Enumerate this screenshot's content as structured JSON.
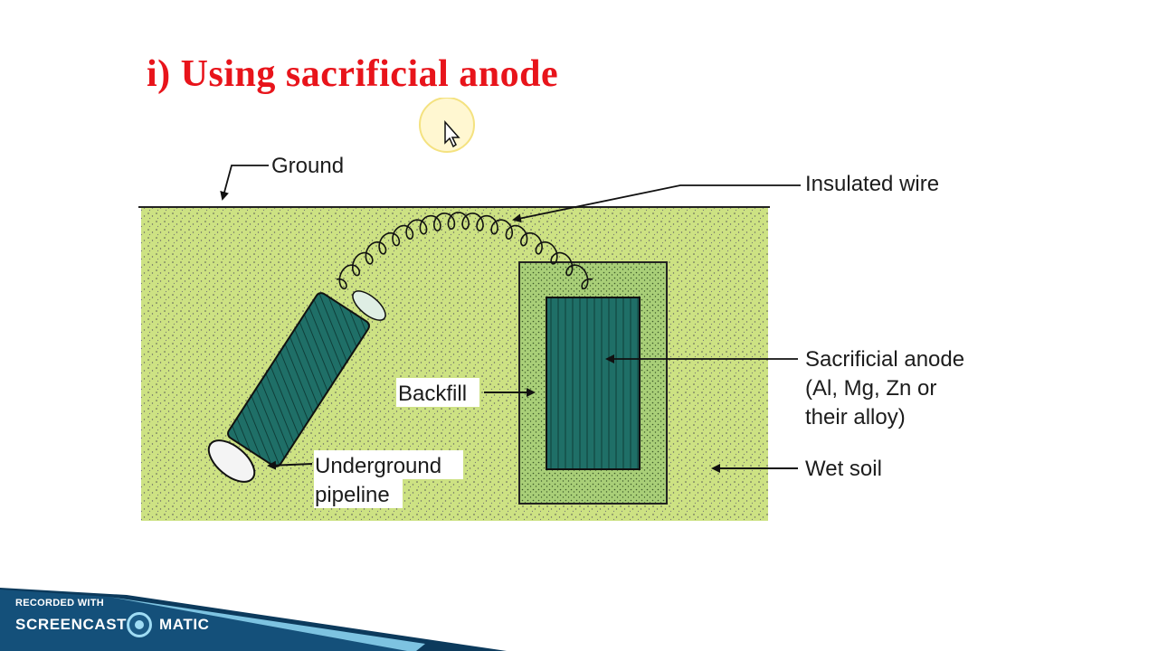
{
  "title": "i)  Using sacrificial  anode",
  "diagram": {
    "labels": {
      "ground": "Ground",
      "insulated_wire": "Insulated wire",
      "sacrificial_anode_line1": "Sacrificial anode",
      "sacrificial_anode_line2": "(Al, Mg, Zn or",
      "sacrificial_anode_line3": "their alloy)",
      "backfill": "Backfill",
      "wet_soil": "Wet soil",
      "pipeline_line1": "Underground",
      "pipeline_line2": "pipeline"
    },
    "colors": {
      "soil": "#cde283",
      "backfill": "#a9cf78",
      "metal": "#1f6f67",
      "title": "#e8141b"
    }
  },
  "branding": {
    "recorded_with": "RECORDED WITH",
    "screencast": "SCREENCAST",
    "matic": "MATIC"
  }
}
